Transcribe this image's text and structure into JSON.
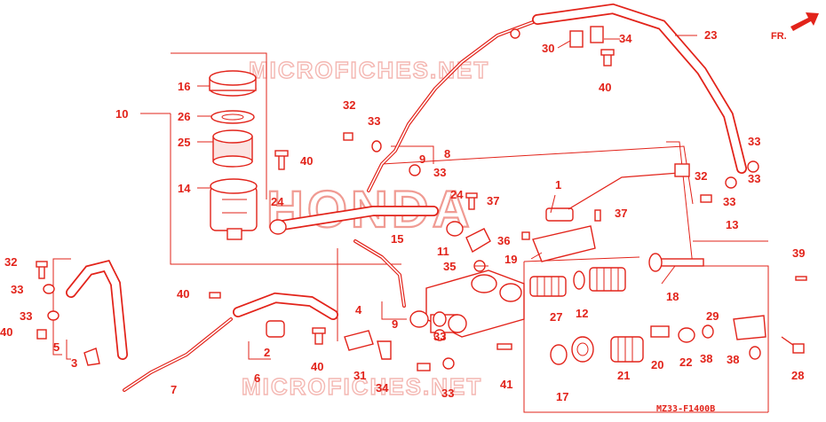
{
  "watermark": {
    "top": "MICROFICHES.NET",
    "bottom": "MICROFICHES.NET",
    "brand": "HONDA"
  },
  "direction_label": "FR.",
  "diagram_code": "MZ33-F1400B",
  "callouts": {
    "c1": "1",
    "c2": "2",
    "c3": "3",
    "c4": "4",
    "c5": "5",
    "c6": "6",
    "c7": "7",
    "c8": "8",
    "c9": "9",
    "c9b": "9",
    "c10": "10",
    "c11": "11",
    "c12": "12",
    "c13": "13",
    "c14": "14",
    "c15": "15",
    "c16": "16",
    "c17": "17",
    "c18": "18",
    "c19": "19",
    "c20": "20",
    "c21": "21",
    "c22": "22",
    "c23": "23",
    "c24": "24",
    "c24b": "24",
    "c25": "25",
    "c26": "26",
    "c27": "27",
    "c28": "28",
    "c29": "29",
    "c30": "30",
    "c31": "31",
    "c32a": "32",
    "c32b": "32",
    "c32c": "32",
    "c33a": "33",
    "c33b": "33",
    "c33c": "33",
    "c33d": "33",
    "c33e": "33",
    "c33f": "33",
    "c33g": "33",
    "c33h": "33",
    "c33i": "33",
    "c34a": "34",
    "c34b": "34",
    "c35": "35",
    "c36": "36",
    "c37a": "37",
    "c37b": "37",
    "c38a": "38",
    "c38b": "38",
    "c39": "39",
    "c40a": "40",
    "c40b": "40",
    "c40c": "40",
    "c40d": "40",
    "c40e": "40",
    "c41": "41"
  }
}
